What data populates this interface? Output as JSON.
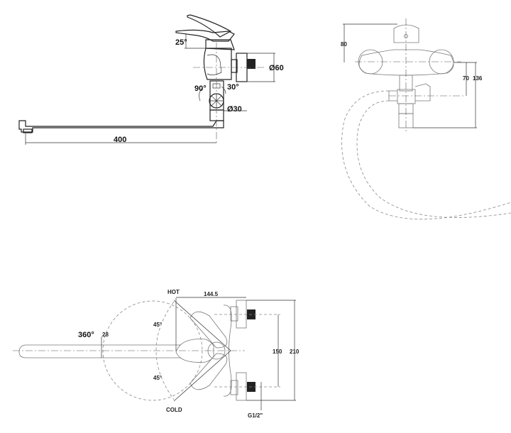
{
  "side_view": {
    "spout_length": "400",
    "flange_diameter": "Ø60",
    "diverter_diameter": "Ø30",
    "handle_angle": "25°",
    "diverter_angle_left": "90°",
    "diverter_angle_right": "30°"
  },
  "front_view": {
    "body_height": "80",
    "outlet_offset": "70",
    "total_drop": "136"
  },
  "top_view": {
    "hot_label": "HOT",
    "cold_label": "COLD",
    "depth": "144.5",
    "rotation": "360°",
    "spout_width": "28",
    "hot_angle": "45°",
    "cold_angle": "45°",
    "inlet_spacing": "150",
    "overall_width": "210",
    "thread": "G1/2\""
  },
  "colors": {
    "line": "#222222",
    "dashed": "#888888"
  }
}
